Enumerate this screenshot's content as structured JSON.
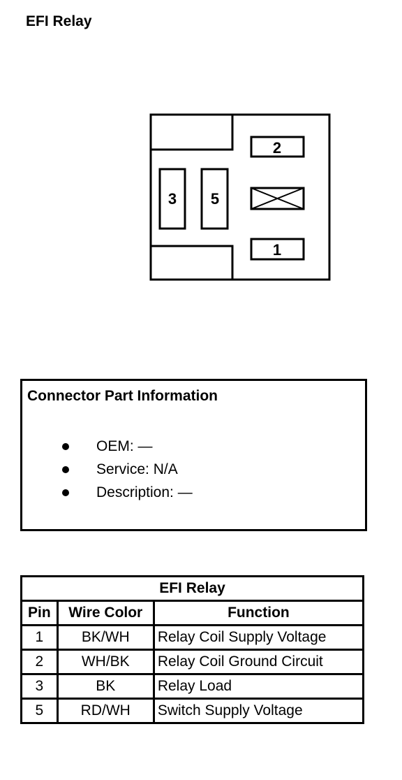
{
  "title": "EFI Relay",
  "connector": {
    "pins": [
      {
        "label": "2"
      },
      {
        "label": "3"
      },
      {
        "label": "5"
      },
      {
        "label": "1"
      }
    ]
  },
  "part_info": {
    "heading": "Connector Part Information",
    "items": [
      {
        "text": "OEM: —"
      },
      {
        "text": "Service: N/A"
      },
      {
        "text": "Description: —"
      }
    ]
  },
  "pin_table": {
    "caption": "EFI Relay",
    "headers": [
      "Pin",
      "Wire Color",
      "Function"
    ],
    "rows": [
      {
        "pin": "1",
        "color": "BK/WH",
        "function": "Relay Coil Supply Voltage"
      },
      {
        "pin": "2",
        "color": "WH/BK",
        "function": "Relay Coil Ground Circuit"
      },
      {
        "pin": "3",
        "color": "BK",
        "function": "Relay Load"
      },
      {
        "pin": "5",
        "color": "RD/WH",
        "function": "Switch Supply Voltage"
      }
    ]
  }
}
